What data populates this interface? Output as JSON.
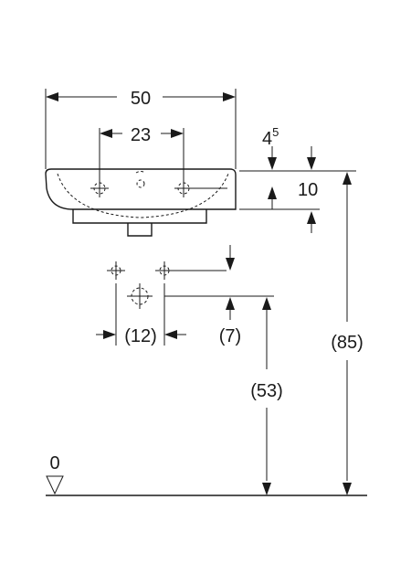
{
  "dimensions": {
    "width_total": "50",
    "tap_spacing": "23",
    "rim_offset_base": "4",
    "rim_offset_sup": "5",
    "basin_depth": "10",
    "supply_spacing": "(12)",
    "supply_to_waste": "(7)",
    "waste_height": "(53)",
    "rim_height": "(85)",
    "floor_level": "0"
  }
}
